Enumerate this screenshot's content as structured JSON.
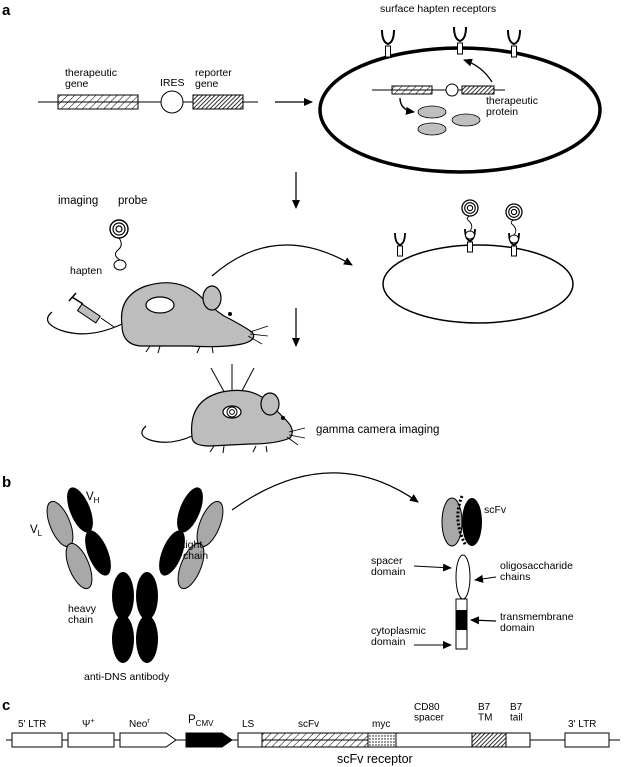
{
  "panel_a": {
    "letter": "a",
    "therapeutic_gene": "therapeutic\ngene",
    "ires": "IRES",
    "reporter_gene": "reporter\ngene",
    "surface_receptors": "surface hapten receptors",
    "therapeutic_protein": "therapeutic\nprotein",
    "imaging": "imaging",
    "probe": "probe",
    "hapten": "hapten",
    "gamma": "gamma camera imaging"
  },
  "panel_b": {
    "letter": "b",
    "vh": "V",
    "vh_sub": "H",
    "vl": "V",
    "vl_sub": "L",
    "light_chain": "light\nchain",
    "heavy_chain": "heavy\nchain",
    "antibody": "anti-DNS antibody",
    "scfv": "scFv",
    "spacer": "spacer\ndomain",
    "oligo": "oligosaccharide\nchains",
    "transmembrane": "transmembrane\ndomain",
    "cytoplasmic": "cytoplasmic\ndomain"
  },
  "panel_c": {
    "letter": "c",
    "ltr5": "5' LTR",
    "psi": "Ψ",
    "psi_sup": "+",
    "neo": "Neo",
    "neo_sup": "r",
    "pcmv": "P",
    "pcmv_sub": "CMV",
    "ls": "LS",
    "scfv": "scFv",
    "myc": "myc",
    "cd80": "CD80\nspacer",
    "b7tm": "B7\nTM",
    "b7tail": "B7\ntail",
    "ltr3": "3' LTR",
    "receptor": "scFv  receptor"
  }
}
